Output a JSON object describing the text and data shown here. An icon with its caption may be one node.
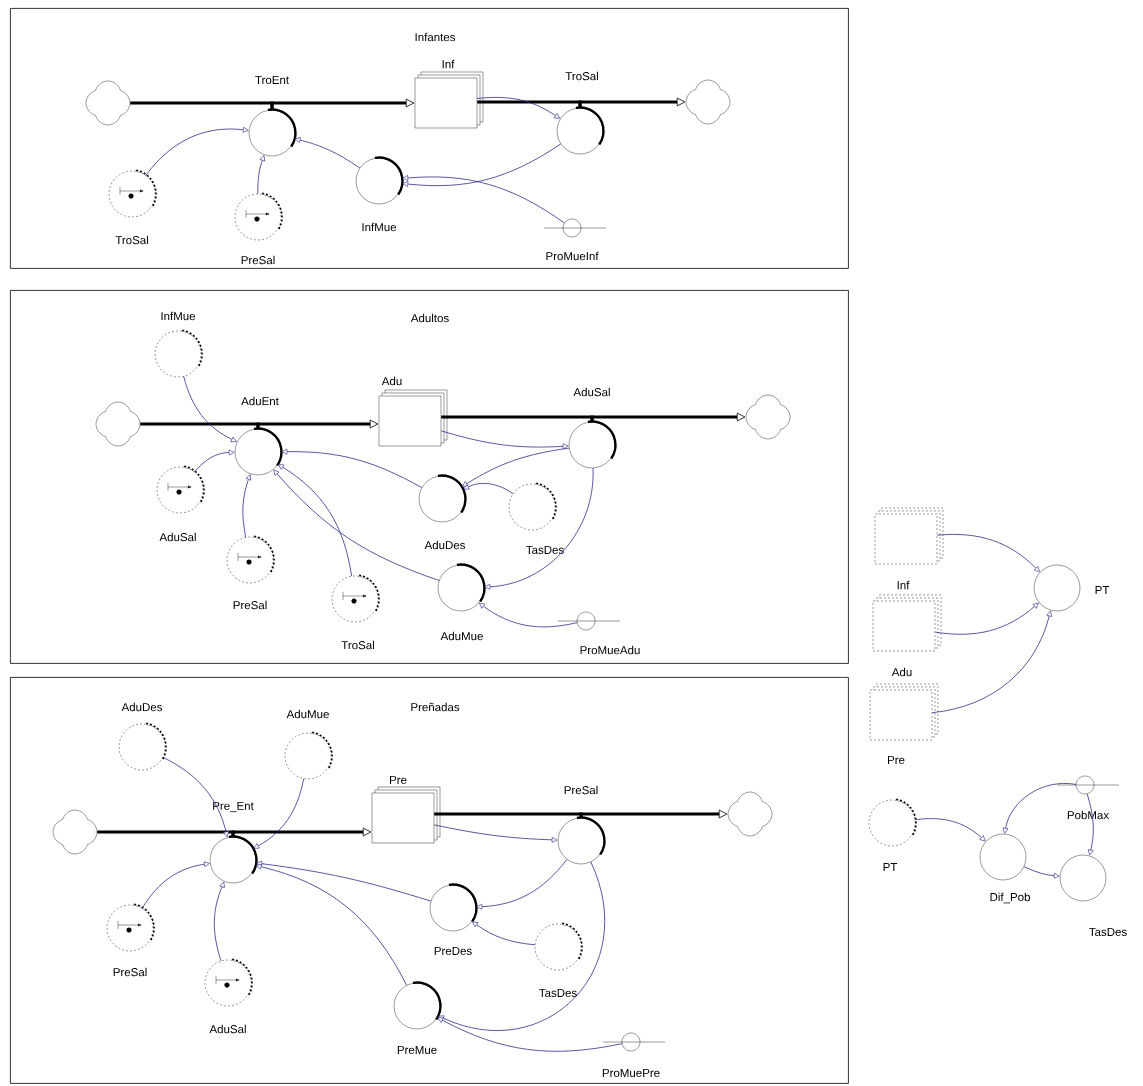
{
  "diagram": {
    "nodes": [
      {
        "text": [
          "Infantes"
        ]
      },
      {
        "text": [],
        "shape": "cloud",
        "in": 0
      },
      {
        "text": [
          "TroEnt"
        ],
        "in": 0
      },
      {
        "text": [
          "Inf"
        ],
        "in": 0
      },
      {
        "text": [
          "TroSal"
        ],
        "in": 0
      },
      {
        "text": [],
        "shape": "cloud",
        "in": 0
      },
      {
        "text": [
          "TroSal"
        ],
        "in": 0
      },
      {
        "text": [
          "PreSal"
        ],
        "in": 0
      },
      {
        "text": [
          "InfMue"
        ],
        "in": 0
      },
      {
        "text": [
          "ProMueInf"
        ],
        "in": 0
      },
      {
        "text": [
          "Adultos"
        ]
      },
      {
        "text": [
          "InfMue"
        ],
        "in": 10
      },
      {
        "text": [],
        "shape": "cloud",
        "in": 10
      },
      {
        "text": [
          "AduEnt"
        ],
        "in": 10
      },
      {
        "text": [
          "Adu"
        ],
        "in": 10
      },
      {
        "text": [
          "AduSal"
        ],
        "in": 10
      },
      {
        "text": [],
        "shape": "cloud",
        "in": 10
      },
      {
        "text": [
          "AduSal"
        ],
        "in": 10
      },
      {
        "text": [
          "PreSal"
        ],
        "in": 10
      },
      {
        "text": [
          "AduDes"
        ],
        "in": 10
      },
      {
        "text": [
          "TasDes"
        ],
        "in": 10
      },
      {
        "text": [
          "TroSal"
        ],
        "in": 10
      },
      {
        "text": [
          "AduMue"
        ],
        "in": 10
      },
      {
        "text": [
          "ProMueAdu"
        ],
        "in": 10
      },
      {
        "text": [
          "Preñadas"
        ]
      },
      {
        "text": [
          "AduDes"
        ],
        "in": 24
      },
      {
        "text": [
          "AduMue"
        ],
        "in": 24
      },
      {
        "text": [],
        "shape": "cloud",
        "in": 24
      },
      {
        "text": [
          "Pre_Ent"
        ],
        "in": 24
      },
      {
        "text": [
          "Pre"
        ],
        "in": 24
      },
      {
        "text": [
          "PreSal"
        ],
        "in": 24
      },
      {
        "text": [],
        "shape": "cloud",
        "in": 24
      },
      {
        "text": [
          "PreSal"
        ],
        "in": 24
      },
      {
        "text": [
          "PreDes"
        ],
        "in": 24
      },
      {
        "text": [
          "TasDes"
        ],
        "in": 24
      },
      {
        "text": [
          "AduSal"
        ],
        "in": 24
      },
      {
        "text": [
          "PreMue"
        ],
        "in": 24
      },
      {
        "text": [
          "ProMuePre"
        ],
        "in": 24
      },
      {
        "text": [
          "Inf"
        ]
      },
      {
        "text": [
          "Adu"
        ]
      },
      {
        "text": [
          "Pre"
        ]
      },
      {
        "text": [
          "PT"
        ]
      },
      {
        "text": [
          "PT"
        ]
      },
      {
        "text": [
          "PobMax"
        ]
      },
      {
        "text": [
          "Dif_Pob"
        ]
      },
      {
        "text": [
          "TasDes"
        ]
      }
    ],
    "edges": [
      {
        "from": 1,
        "to": 2,
        "arrow": "none",
        "style": "thick",
        "color": "#000000"
      },
      {
        "from": 2,
        "to": 3,
        "arrow": "to",
        "style": "thick",
        "color": "#000000"
      },
      {
        "from": 3,
        "to": 4,
        "arrow": "none",
        "style": "thick",
        "color": "#000000"
      },
      {
        "from": 4,
        "to": 5,
        "arrow": "to",
        "style": "thick",
        "color": "#000000"
      },
      {
        "from": 6,
        "to": 2,
        "arrow": "to"
      },
      {
        "from": 7,
        "to": 2,
        "arrow": "to"
      },
      {
        "from": 8,
        "to": 2,
        "arrow": "to"
      },
      {
        "from": 3,
        "to": 4,
        "arrow": "to"
      },
      {
        "from": 4,
        "to": 8,
        "arrow": "to"
      },
      {
        "from": 9,
        "to": 8,
        "arrow": "to"
      },
      {
        "from": 12,
        "to": 13,
        "arrow": "none",
        "style": "thick",
        "color": "#000000"
      },
      {
        "from": 13,
        "to": 14,
        "arrow": "to",
        "style": "thick",
        "color": "#000000"
      },
      {
        "from": 14,
        "to": 15,
        "arrow": "none",
        "style": "thick",
        "color": "#000000"
      },
      {
        "from": 15,
        "to": 16,
        "arrow": "to",
        "style": "thick",
        "color": "#000000"
      },
      {
        "from": 11,
        "to": 13,
        "arrow": "to"
      },
      {
        "from": 17,
        "to": 13,
        "arrow": "to"
      },
      {
        "from": 18,
        "to": 13,
        "arrow": "to"
      },
      {
        "from": 21,
        "to": 13,
        "arrow": "to"
      },
      {
        "from": 19,
        "to": 13,
        "arrow": "to"
      },
      {
        "from": 22,
        "to": 13,
        "arrow": "to"
      },
      {
        "from": 14,
        "to": 15,
        "arrow": "to"
      },
      {
        "from": 15,
        "to": 19,
        "arrow": "to"
      },
      {
        "from": 20,
        "to": 19,
        "arrow": "to"
      },
      {
        "from": 15,
        "to": 22,
        "arrow": "to"
      },
      {
        "from": 23,
        "to": 22,
        "arrow": "to"
      },
      {
        "from": 27,
        "to": 28,
        "arrow": "none",
        "style": "thick",
        "color": "#000000"
      },
      {
        "from": 28,
        "to": 29,
        "arrow": "to",
        "style": "thick",
        "color": "#000000"
      },
      {
        "from": 29,
        "to": 30,
        "arrow": "none",
        "style": "thick",
        "color": "#000000"
      },
      {
        "from": 30,
        "to": 31,
        "arrow": "to",
        "style": "thick",
        "color": "#000000"
      },
      {
        "from": 25,
        "to": 28,
        "arrow": "to"
      },
      {
        "from": 26,
        "to": 28,
        "arrow": "to"
      },
      {
        "from": 32,
        "to": 28,
        "arrow": "to"
      },
      {
        "from": 35,
        "to": 28,
        "arrow": "to"
      },
      {
        "from": 33,
        "to": 28,
        "arrow": "to"
      },
      {
        "from": 36,
        "to": 28,
        "arrow": "to"
      },
      {
        "from": 29,
        "to": 30,
        "arrow": "to"
      },
      {
        "from": 30,
        "to": 33,
        "arrow": "to"
      },
      {
        "from": 34,
        "to": 33,
        "arrow": "to"
      },
      {
        "from": 30,
        "to": 36,
        "arrow": "to"
      },
      {
        "from": 37,
        "to": 36,
        "arrow": "to"
      },
      {
        "from": 38,
        "to": 41,
        "arrow": "to"
      },
      {
        "from": 39,
        "to": 41,
        "arrow": "to"
      },
      {
        "from": 40,
        "to": 41,
        "arrow": "to"
      },
      {
        "from": 42,
        "to": 44,
        "arrow": "to"
      },
      {
        "from": 43,
        "to": 44,
        "arrow": "to"
      },
      {
        "from": 43,
        "to": 45,
        "arrow": "to"
      },
      {
        "from": 44,
        "to": 45,
        "arrow": "to"
      }
    ]
  }
}
